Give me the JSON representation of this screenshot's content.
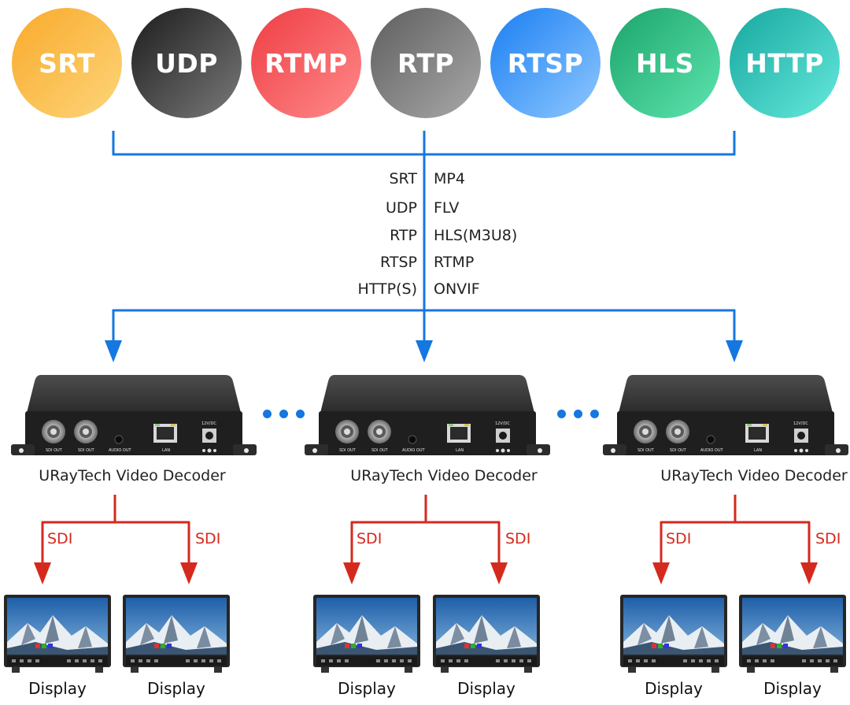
{
  "protocols": [
    {
      "label": "SRT",
      "grad": [
        "#f9aa2b",
        "#fdd57a"
      ]
    },
    {
      "label": "UDP",
      "grad": [
        "#1c1c1c",
        "#7a7a7a"
      ]
    },
    {
      "label": "RTMP",
      "grad": [
        "#ee3d44",
        "#ff8a8a"
      ]
    },
    {
      "label": "RTP",
      "grad": [
        "#5e5e5e",
        "#a9a9a9"
      ]
    },
    {
      "label": "RTSP",
      "grad": [
        "#1a7ff2",
        "#8fc8ff"
      ]
    },
    {
      "label": "HLS",
      "grad": [
        "#1aa46a",
        "#5fe5b0"
      ]
    },
    {
      "label": "HTTP",
      "grad": [
        "#16a79f",
        "#66e9dc"
      ]
    }
  ],
  "stream_protocols_left": [
    "SRT",
    "UDP",
    "RTP",
    "RTSP",
    "HTTP(S)"
  ],
  "stream_protocols_right": [
    "MP4",
    "FLV",
    "HLS(M3U8)",
    "RTMP",
    "ONVIF"
  ],
  "decoders": [
    {
      "label": "URayTech Video Decoder"
    },
    {
      "label": "URayTech Video Decoder"
    },
    {
      "label": "URayTech Video Decoder"
    }
  ],
  "device_ports": {
    "sdi": "SDI OUT",
    "audio": "AUDIO OUT",
    "lan": "LAN",
    "power": "12V/DC"
  },
  "sdi_label": "SDI",
  "display_label": "Display",
  "colors": {
    "flow_blue": "#1577e0",
    "sdi_red": "#d42a1e"
  }
}
